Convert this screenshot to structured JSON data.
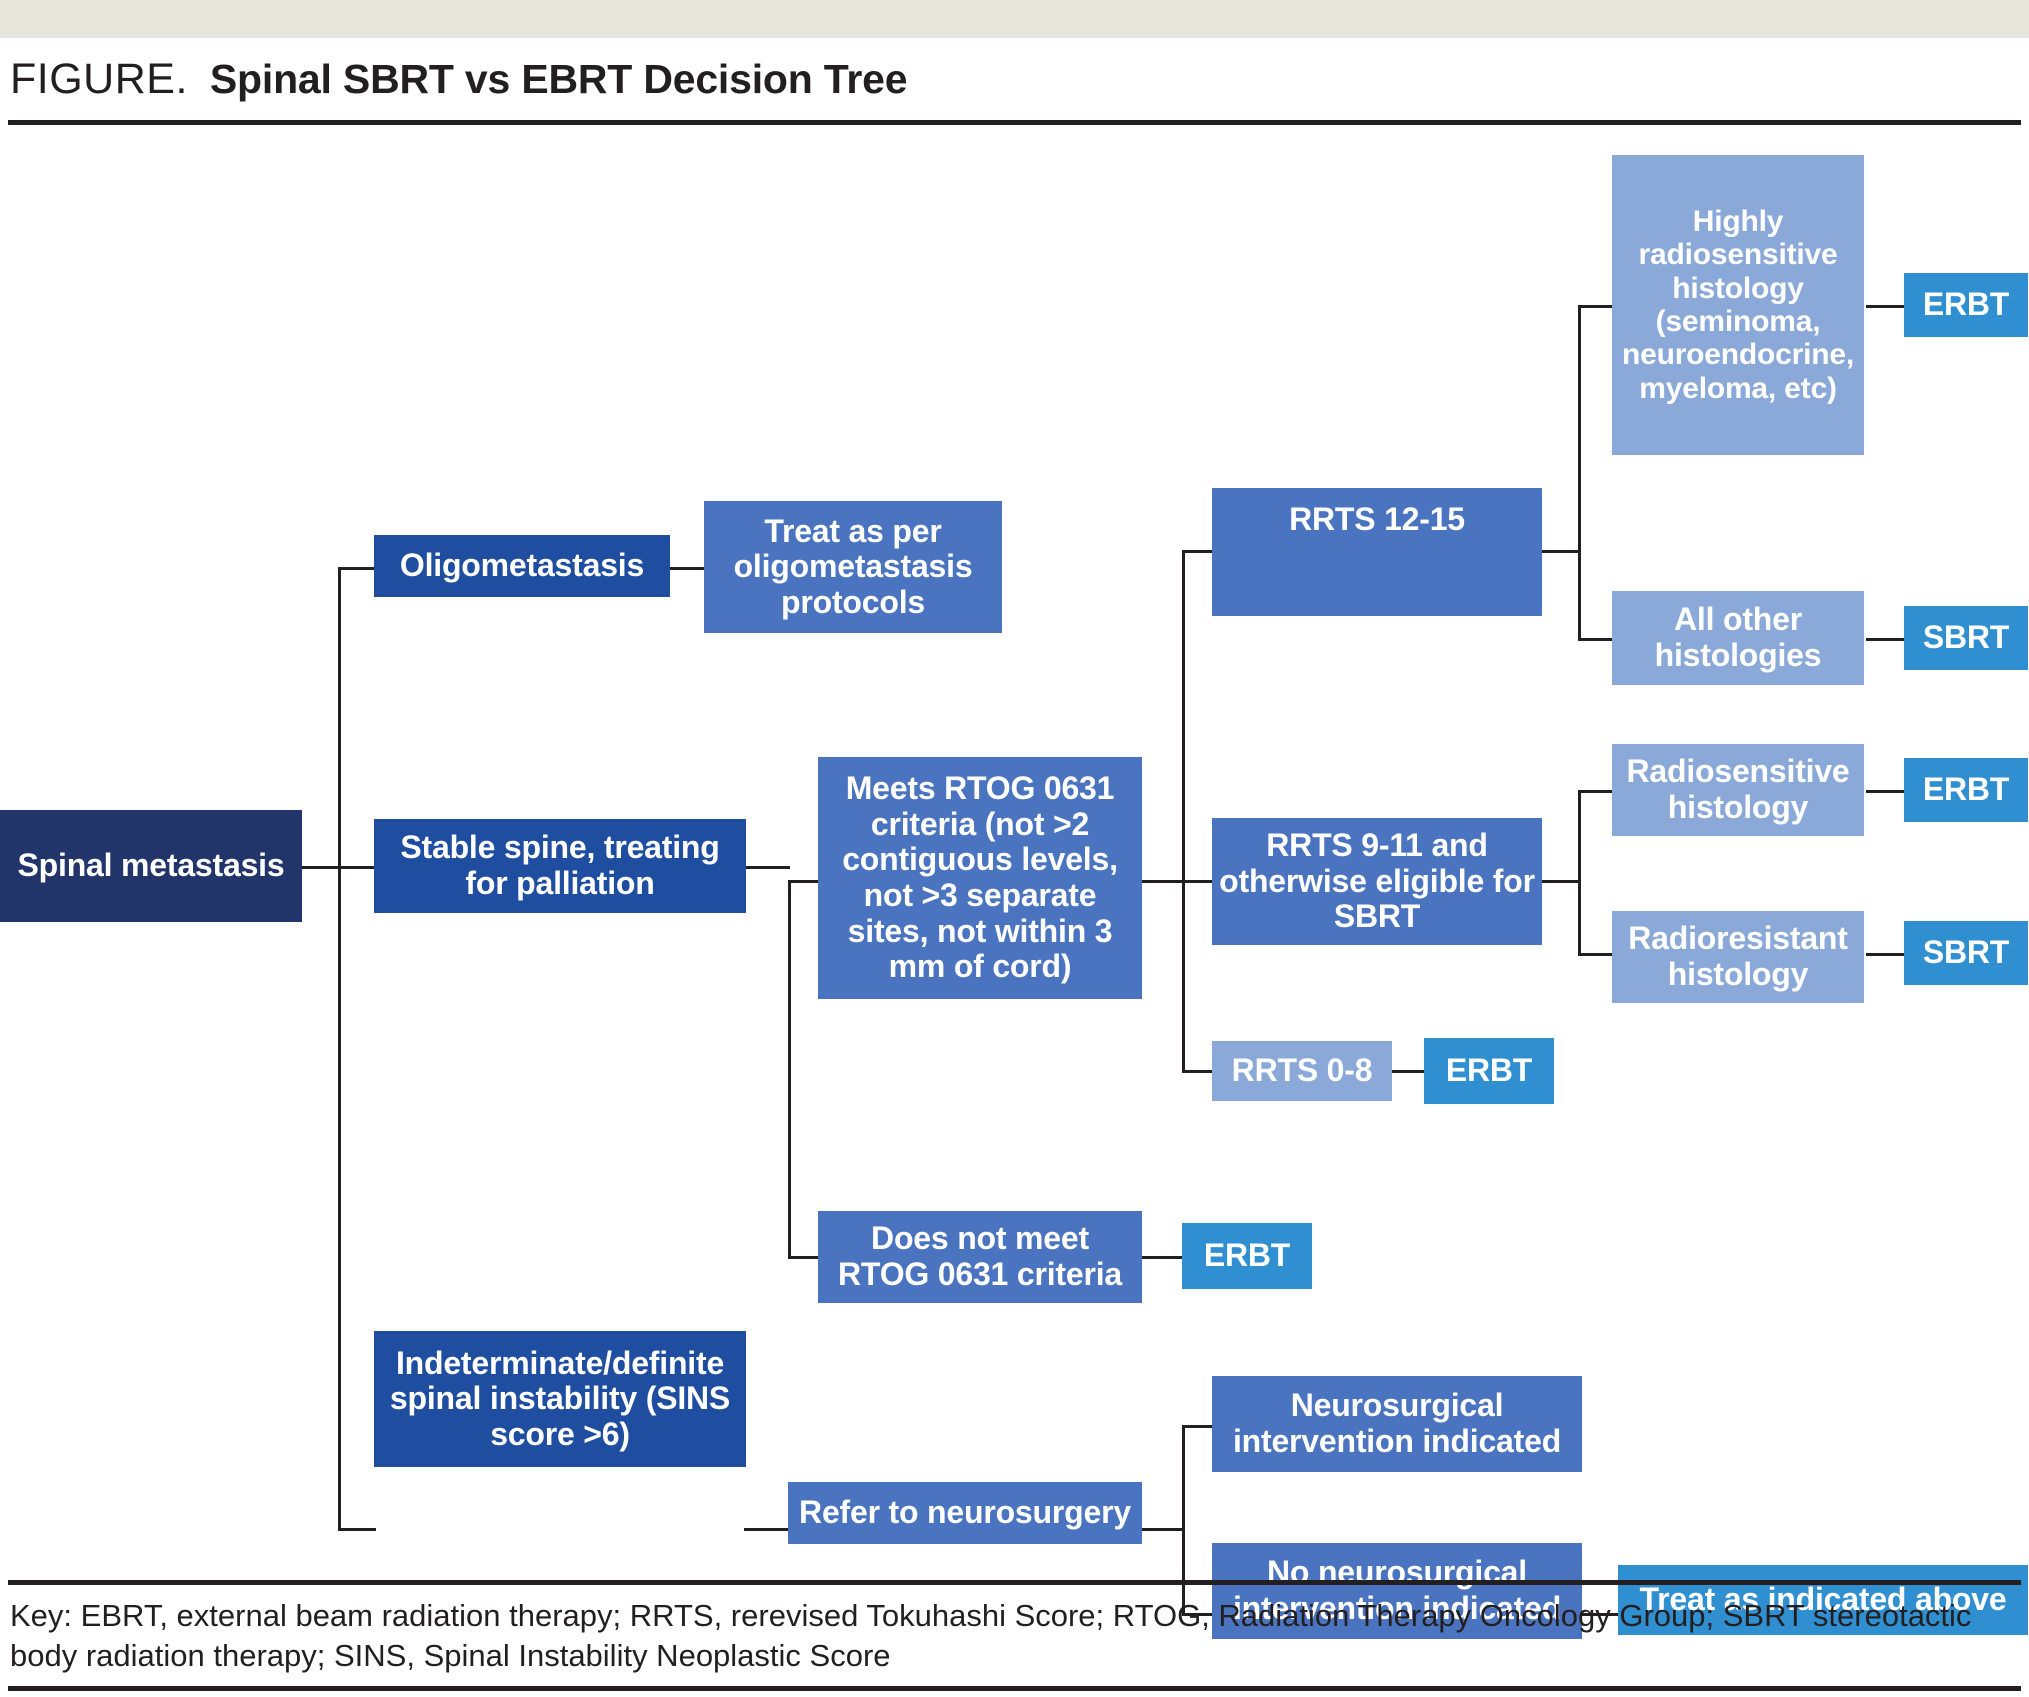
{
  "header": {
    "kicker": "FIGURE.",
    "title": "Spinal SBRT vs EBRT Decision Tree"
  },
  "footer": {
    "key": "Key: EBRT, external beam radiation therapy; RRTS, rerevised Tokuhashi Score; RTOG, Radiation Therapy Oncology Group; SBRT stereotactic body radiation therapy; SINS, Spinal Instability Neoplastic Score"
  },
  "colors": {
    "navy": "#22356b",
    "royal": "#1f4ea1",
    "mid": "#4a74bf",
    "light": "#8aa9d9",
    "cyan": "#2f8fd0",
    "line": "#231f20",
    "strip": "#e7e7de"
  },
  "nodes": {
    "root": "Spinal metastasis",
    "oligometastasis": "Oligometastasis",
    "oligo_protocols": "Treat as per oligometastasis protocols",
    "stable_spine": "Stable spine, treating for palliation",
    "meets_rtog": "Meets RTOG 0631 criteria (not >2 contiguous levels, not >3 separate sites, not within 3 mm of cord)",
    "not_meets_rtog": "Does not meet RTOG 0631 criteria",
    "not_meets_rtog_erbt": "ERBT",
    "rrts_12_15": "RRTS 12-15",
    "rrts_9_11": "RRTS 9-11 and otherwise eligible for SBRT",
    "rrts_0_8": "RRTS 0-8",
    "rrts_0_8_erbt": "ERBT",
    "highly_radiosensitive": "Highly radiosensitive histology (seminoma, neuroendocrine, myeloma, etc)",
    "highly_radiosensitive_erbt": "ERBT",
    "all_other_histologies": "All other histologies",
    "all_other_histologies_sbrt": "SBRT",
    "radiosensitive_histology": "Radiosensitive histology",
    "radiosensitive_histology_erbt": "ERBT",
    "radioresistant_histology": "Radioresistant histology",
    "radioresistant_histology_sbrt": "SBRT",
    "spinal_instability": "Indeterminate/definite spinal instability (SINS score >6)",
    "refer_neurosurgery": "Refer to neurosurgery",
    "neuro_intervention_yes": "Neurosurgical intervention indicated",
    "neuro_intervention_no": "No neurosurgical intervention indicated",
    "treat_as_indicated_above": "Treat as indicated above"
  }
}
